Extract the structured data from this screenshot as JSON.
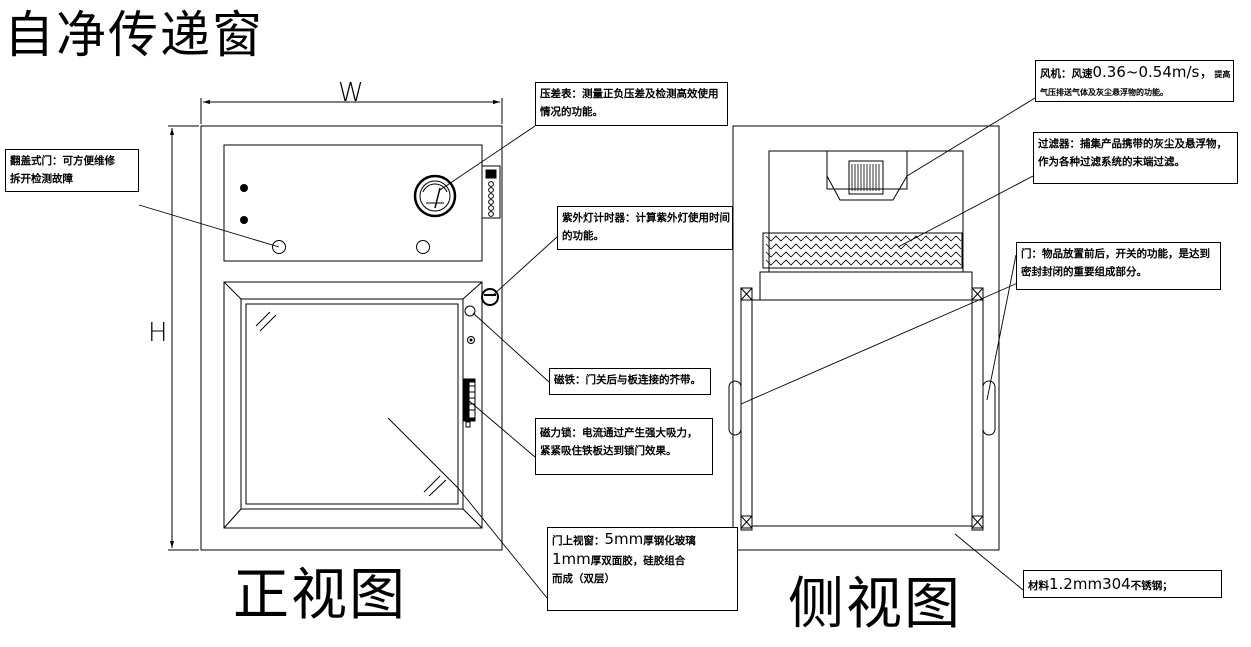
{
  "title": "自净传递窗",
  "views": {
    "front": "正视图",
    "side": "侧视图"
  },
  "dimensions": {
    "width": "W",
    "height": "H"
  },
  "notes": {
    "flip_door": {
      "line1": "翻盖式门：可方便维修",
      "line2": "拆开检测故障"
    },
    "gauge": {
      "line1": "压差表：测量正负压差及检测高效使用",
      "line2": "情况的功能。"
    },
    "uv_timer": {
      "line1": "紫外灯计时器：计算紫外灯使用时间",
      "line2": "的功能。"
    },
    "magnet": {
      "line1": "磁铁：门关后与板连接的芥带。"
    },
    "mag_lock": {
      "line1": "磁力锁：电流通过产生强大吸力，",
      "line2": "紧紧吸住铁板达到锁门效果。"
    },
    "window": {
      "line1_prefix": "门上视窗：",
      "line1_big": "5mm",
      "line1_suffix": "厚钢化玻璃",
      "line2_big": "1mm",
      "line2_suffix": "厚双面胶，硅胶组合",
      "line3": "而成（双层）"
    },
    "fan": {
      "line1_prefix": "风机：风速",
      "line1_big": "0.36~0.54m/s，",
      "line1_tiny": "提高",
      "line2": "气压排送气体及灰尘悬浮物的功能。"
    },
    "filter": {
      "line1": "过滤器：捕集产品携带的灰尘及悬浮物，",
      "line2": "作为各种过滤系统的末端过滤。"
    },
    "door": {
      "line1": "门：物品放置前后，开关的功能，是达到",
      "line2": "密封封闭的重要组成部分。"
    },
    "material": {
      "prefix": "材料",
      "big": "1.2mm304",
      "suffix": "不锈钢；"
    }
  }
}
